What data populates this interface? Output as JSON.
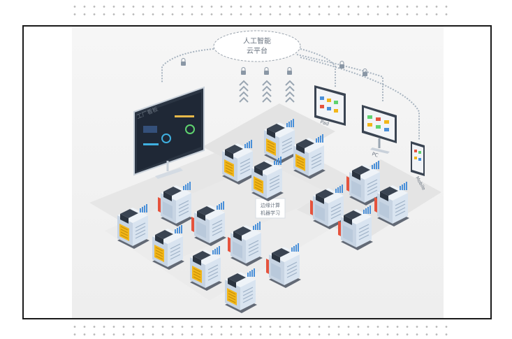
{
  "cloud": {
    "line1": "人工智能",
    "line2": "云平台"
  },
  "monitor_label": "工厂看板",
  "center_label": {
    "line1": "边缘计算",
    "line2": "机器学习"
  },
  "devices": {
    "pad": "Pad",
    "pc": "PC",
    "mobile": "Mobile"
  },
  "colors": {
    "accent": "#4a90d9",
    "machine_body": "#d9e4f0",
    "machine_panel_yellow": "#f2b619",
    "machine_panel_red": "#e5533d",
    "floor": "#ececec"
  }
}
